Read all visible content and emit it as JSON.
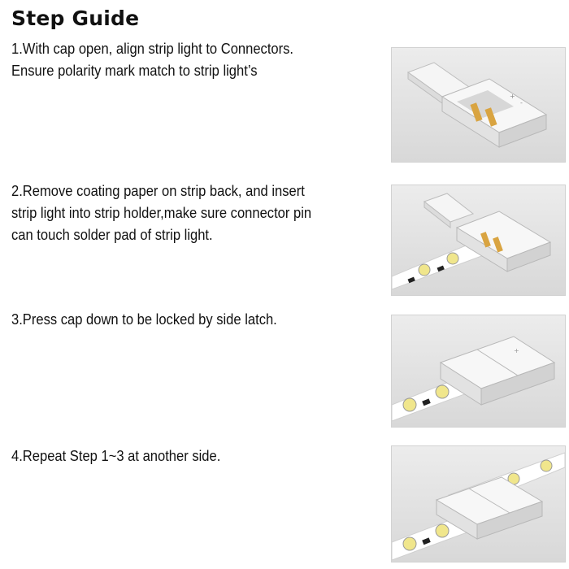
{
  "page": {
    "title": "Step Guide"
  },
  "steps": [
    {
      "lines": [
        "1.With cap open, align strip light to Connectors.",
        "Ensure polarity mark match to strip light’s"
      ],
      "image_alt": "connector with cap open"
    },
    {
      "lines": [
        "2.Remove coating paper on strip back, and insert",
        "strip light into strip holder,make sure connector pin",
        "can touch solder pad of strip light."
      ],
      "image_alt": "strip inserted into holder"
    },
    {
      "lines": [
        "3.Press cap down to be locked by side latch."
      ],
      "image_alt": "cap pressed down and locked"
    },
    {
      "lines": [
        "4.Repeat  Step 1~3 at another side."
      ],
      "image_alt": "both sides connected"
    }
  ],
  "colors": {
    "text": "#111111",
    "photo_bg": "#e0e0e0",
    "connector": "#f2f2f2",
    "pin": "#d9a441",
    "strip": "#ffffff",
    "led": "#f0e68c"
  }
}
